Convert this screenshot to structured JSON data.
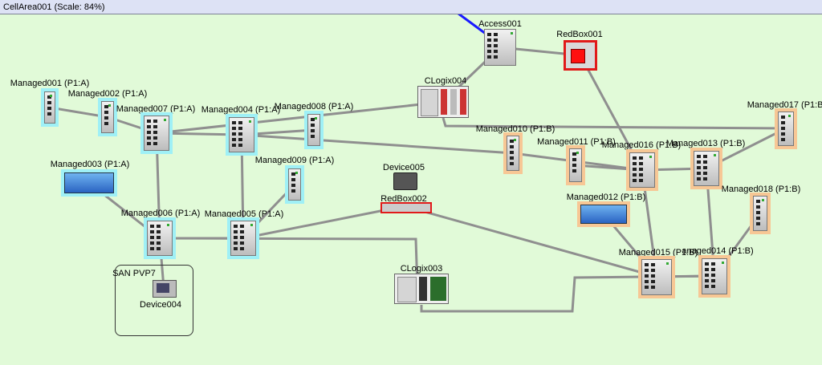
{
  "window": {
    "title": "CellArea001 (Scale: 84%)"
  },
  "colors": {
    "background": "#e1fad8",
    "link": "#8f8f8f",
    "uplink": "#1a1aff",
    "highlight_a": "#9ff0f6",
    "highlight_b": "#f7c795",
    "redbox": "#e11a1a"
  },
  "group": {
    "label": "SAN PVP7"
  },
  "devices": {
    "access001": "Access001",
    "redbox001": "RedBox001",
    "clogix004": "CLogix004",
    "managed001": "Managed001 (P1:A)",
    "managed002": "Managed002 (P1:A)",
    "managed007": "Managed007 (P1:A)",
    "managed004": "Managed004 (P1:A)",
    "managed008": "Managed008 (P1:A)",
    "managed003": "Managed003 (P1:A)",
    "managed009": "Managed009 (P1:A)",
    "managed006": "Managed006 (P1:A)",
    "managed005": "Managed005 (P1:A)",
    "device005": "Device005",
    "redbox002": "RedBox002",
    "device004": "Device004",
    "clogix003": "CLogix003",
    "managed010": "Managed010 (P1:B)",
    "managed011": "Managed011 (P1:B)",
    "managed016": "Managed016 (P1:B)",
    "managed013": "Managed013 (P1:B)",
    "managed017": "Managed017 (P1:B)",
    "managed012": "Managed012 (P1:B)",
    "managed018": "Managed018 (P1:B)",
    "managed015": "Managed015 (P1:B)",
    "managed014": "anaged014 (P1:B)"
  },
  "links": [
    [
      "access001",
      "redbox001"
    ],
    [
      "access001",
      "clogix004"
    ],
    [
      "redbox001",
      "managed016"
    ],
    [
      "managed001",
      "managed002"
    ],
    [
      "managed002",
      "managed007"
    ],
    [
      "managed007",
      "managed004"
    ],
    [
      "managed004",
      "managed008"
    ],
    [
      "managed007",
      "clogix004"
    ],
    [
      "managed004",
      "managed010"
    ],
    [
      "managed007",
      "managed006"
    ],
    [
      "managed004",
      "managed005"
    ],
    [
      "managed003",
      "managed006"
    ],
    [
      "managed009",
      "managed005"
    ],
    [
      "managed006",
      "managed005"
    ],
    [
      "managed006",
      "device004"
    ],
    [
      "managed005",
      "redbox002"
    ],
    [
      "managed006",
      "clogix003"
    ],
    [
      "redbox002",
      "managed015"
    ],
    [
      "clogix004",
      "managed017"
    ],
    [
      "managed010",
      "managed016"
    ],
    [
      "managed011",
      "managed016"
    ],
    [
      "managed016",
      "managed013"
    ],
    [
      "managed013",
      "managed017"
    ],
    [
      "managed016",
      "managed015"
    ],
    [
      "managed013",
      "managed014"
    ],
    [
      "managed012",
      "managed015"
    ],
    [
      "managed018",
      "managed014"
    ],
    [
      "managed015",
      "managed014"
    ],
    [
      "clogix003",
      "managed014"
    ]
  ]
}
